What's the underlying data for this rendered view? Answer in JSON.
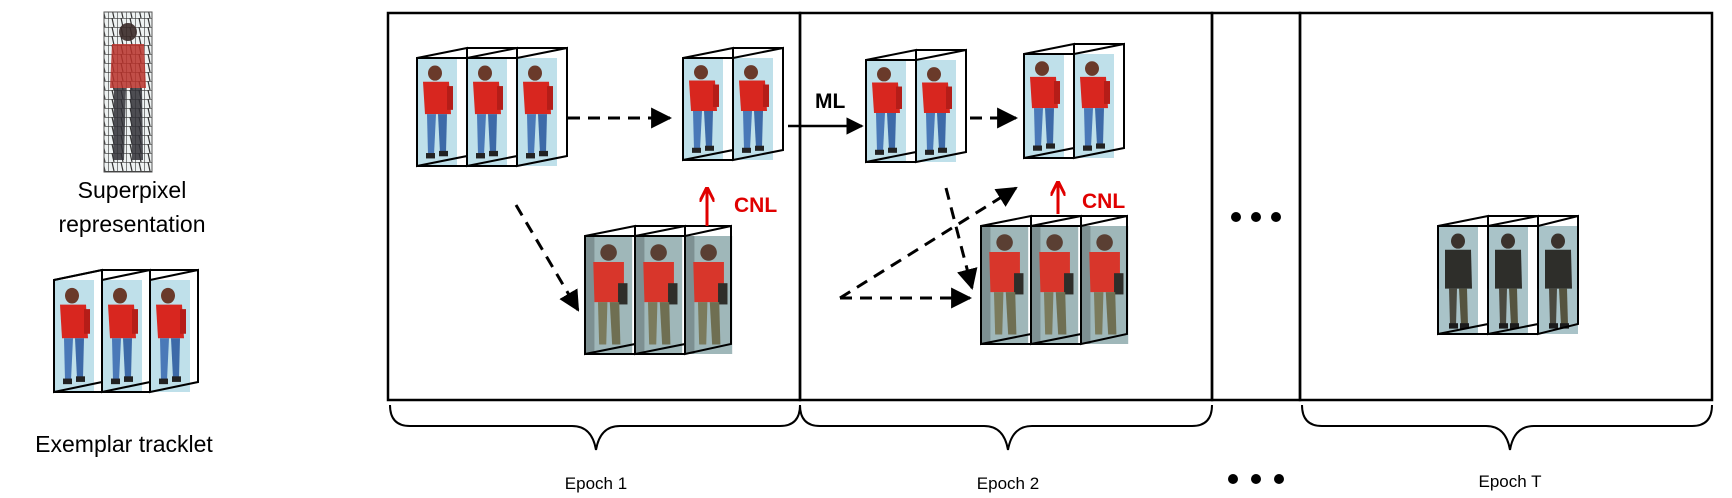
{
  "legend": {
    "superpixel_line1": "Superpixel",
    "superpixel_line2": "representation",
    "exemplar": "Exemplar tracklet"
  },
  "labels": {
    "epoch1": "Epoch 1",
    "epoch2": "Epoch 2",
    "epochT": "Epoch T",
    "ml": "ML",
    "cnl": "CNL"
  },
  "colors": {
    "shirt_red": "#d8261f",
    "jeans_blue": "#4a79b8",
    "bg_cyan": "#bfe0ea",
    "dark_person": "#2e2e2a",
    "cnl_red": "#e00000"
  }
}
